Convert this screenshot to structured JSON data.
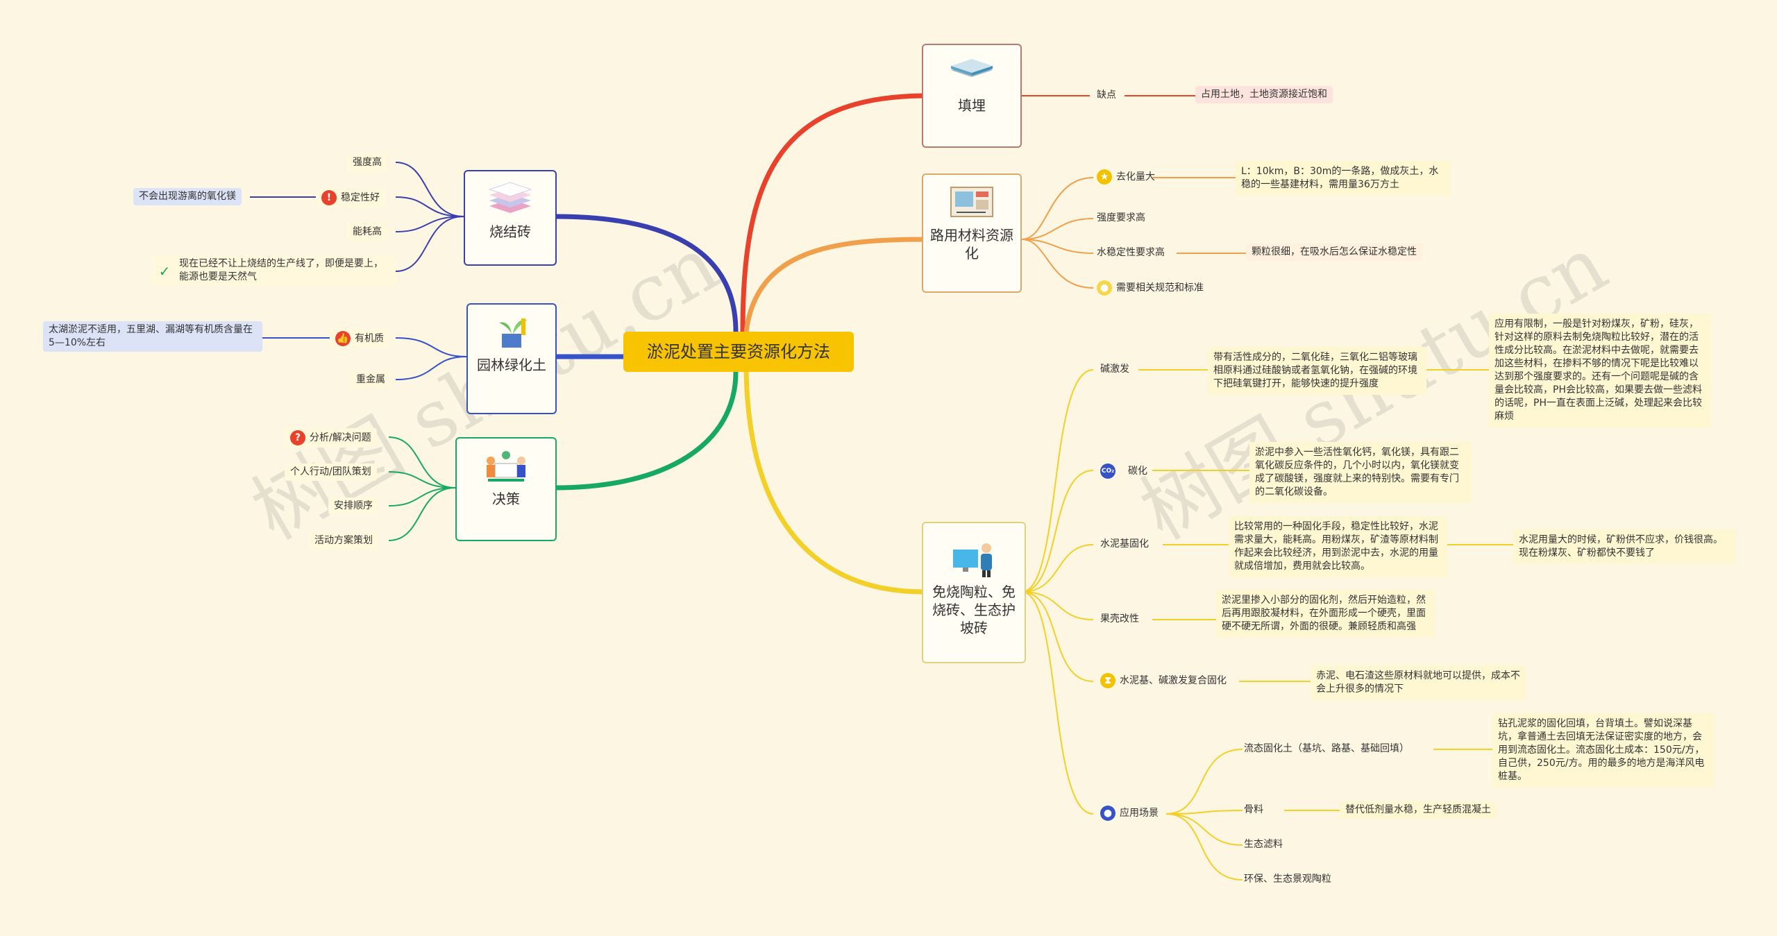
{
  "root": "淤泥处置主要资源化方法",
  "watermark": "树图 shutu.cn",
  "colors": {
    "red": "#e8412c",
    "orange": "#f0a04b",
    "yellow": "#f2d028",
    "green": "#16a864",
    "blue": "#3a3fb0",
    "blue2": "#3552c9",
    "root": "#f8c300"
  },
  "right": {
    "fill": {
      "title": "填埋",
      "icon": "layers-icon",
      "children": [
        {
          "label": "缺点",
          "note": "占用土地，土地资源接近饱和"
        }
      ]
    },
    "road": {
      "title": "路用材料资源化",
      "icon": "drawing-board-icon",
      "children": [
        {
          "label": "去化量大",
          "icon": "star-icon",
          "note": "L：10km，B：30m的一条路，做成灰土，水稳的一些基建材料，需用量36万方土"
        },
        {
          "label": "强度要求高"
        },
        {
          "label": "水稳定性要求高",
          "note": "颗粒很细，在吸水后怎么保证水稳定性"
        },
        {
          "label": "需要相关规范和标准",
          "icon": "bulb-icon"
        }
      ]
    },
    "ceramsite": {
      "title": "免烧陶粒、免烧砖、生态护坡砖",
      "icon": "person-computer-icon",
      "children": [
        {
          "label": "碱激发",
          "note": "带有活性成分的，二氧化硅，三氧化二铝等玻璃相原料通过硅酸钠或者氢氧化钠，在强碱的环境下把硅氧键打开，能够快速的提升强度",
          "note2": "应用有限制，一般是针对粉煤灰，矿粉，硅灰，针对这样的原料去制免烧陶粒比较好，潜在的活性成分比较高。在淤泥材料中去做呢，就需要去加这些材料，在掺料不够的情况下呢是比较难以达到那个强度要求的。还有一个问题呢是碱的含量会比较高，PH会比较高，如果要去做一些滤料的话呢，PH一直在表面上泛碱，处理起来会比较麻烦"
        },
        {
          "label": "碳化",
          "icon": "co2-icon",
          "note": "淤泥中参入一些活性氧化钙，氧化镁，具有跟二氧化碳反应条件的，几个小时以内，氧化镁就变成了碳酸镁，强度就上来的特别快。需要有专门的二氧化碳设备。"
        },
        {
          "label": "水泥基固化",
          "note": "比较常用的一种固化手段，稳定性比较好，水泥需求量大，能耗高。用粉煤灰，矿渣等原材料制作起来会比较经济，用到淤泥中去，水泥的用量就成倍增加，费用就会比较高。",
          "note2": "水泥用量大的时候，矿粉供不应求，价钱很高。现在粉煤灰、矿粉都快不要钱了"
        },
        {
          "label": "果壳改性",
          "note": "淤泥里掺入小部分的固化剂，然后开始造粒，然后再用跟胶凝材料，在外面形成一个硬壳，里面硬不硬无所谓，外面的很硬。兼顾轻质和高强"
        },
        {
          "label": "水泥基、碱激发复合固化",
          "icon": "hourglass-icon",
          "note": "赤泥、电石渣这些原材料就地可以提供，成本不会上升很多的情况下"
        },
        {
          "label": "应用场景",
          "icon": "user-icon",
          "children": [
            {
              "label": "流态固化土（基坑、路基、基础回填）",
              "note": "钻孔泥浆的固化回填，台背填土。譬如说深基坑，拿普通土去回填无法保证密实度的地方，会用到流态固化土。流态固化土成本：150元/方，自己供，250元/方。用的最多的地方是海洋风电桩基。"
            },
            {
              "label": "骨料",
              "note": "替代低剂量水稳，生产轻质混凝土"
            },
            {
              "label": "生态滤料"
            },
            {
              "label": "环保、生态景观陶粒"
            }
          ]
        }
      ]
    }
  },
  "left": {
    "brick": {
      "title": "烧结砖",
      "icon": "stack-icon",
      "children": [
        {
          "label": "强度高"
        },
        {
          "label": "稳定性好",
          "icon": "alert-icon",
          "note": "不会出现游离的氧化镁"
        },
        {
          "label": "能耗高"
        },
        {
          "label": "现在已经不让上烧结的生产线了，即便是要上，能源也要是天然气",
          "icon": "check-icon"
        }
      ]
    },
    "garden": {
      "title": "园林绿化土",
      "icon": "plant-icon",
      "children": [
        {
          "label": "有机质",
          "icon": "thumbs-up-icon",
          "note": "太湖淤泥不适用，五里湖、漏湖等有机质含量在5—10%左右"
        },
        {
          "label": "重金属"
        }
      ]
    },
    "decision": {
      "title": "决策",
      "icon": "team-icon",
      "children": [
        {
          "label": "分析/解决问题",
          "icon": "question-icon"
        },
        {
          "label": "个人行动/团队策划"
        },
        {
          "label": "安排顺序"
        },
        {
          "label": "活动方案策划"
        }
      ]
    }
  }
}
